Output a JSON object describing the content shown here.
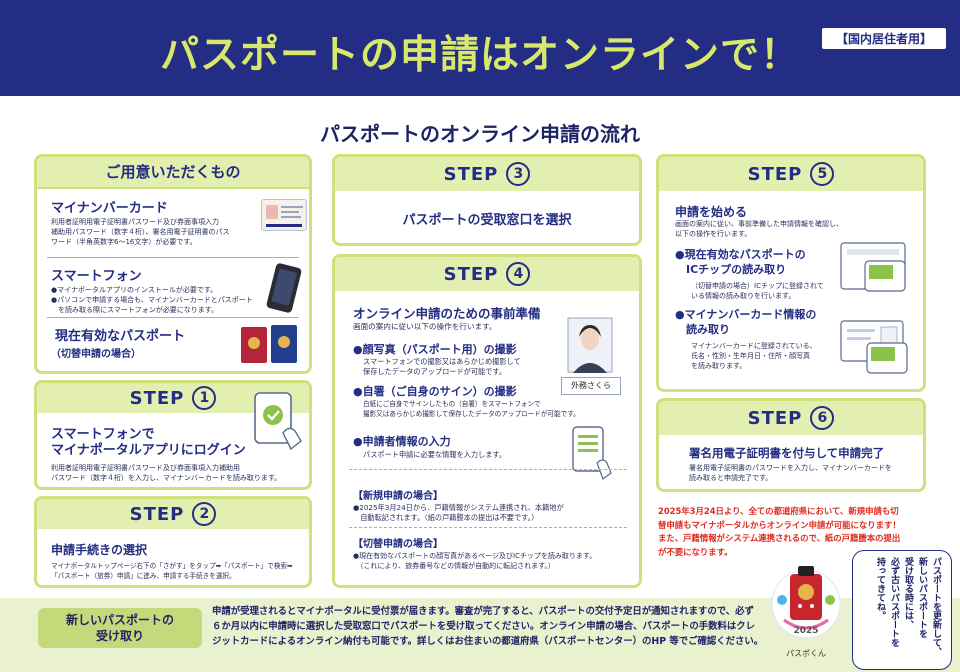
{
  "header": {
    "title": "パスポートの申請はオンラインで！",
    "badge": "【国内居住者用】"
  },
  "flow_title": "パスポートのオンライン申請の流れ",
  "prep": {
    "title": "ご用意いただくもの",
    "mynumber": {
      "heading": "マイナンバーカード",
      "lines": [
        "利用者証明用電子証明書パスワード及び券面事項入力",
        "補助用パスワード（数字４桁）、署名用電子証明書のパス",
        "ワード（半角英数字6～16文字）が必要です。"
      ]
    },
    "smartphone": {
      "heading": "スマートフォン",
      "lines": [
        "●マイナポータルアプリのインストールが必要です。",
        "●パソコンで申請する場合も、マイナンバーカードとパスポート",
        "　を読み取る際にスマートフォンが必要になります。"
      ]
    },
    "passport": {
      "heading": "現在有効なパスポート",
      "sub": "（切替申請の場合）"
    }
  },
  "step1": {
    "word": "STEP",
    "num": "1",
    "heading1": "スマートフォンで",
    "heading2": "マイナポータルアプリにログイン",
    "lines": [
      "利用者証明用電子証明書パスワード及び券面事項入力補助用",
      "パスワード（数字４桁）を入力し、マイナンバーカードを読み取ります。"
    ]
  },
  "step2": {
    "word": "STEP",
    "num": "2",
    "heading": "申請手続きの選択",
    "lines": [
      "マイナポータルトップページ右下の「さがす」をタップ➡「パスポート」で検索➡",
      "「パスポート（旅券）申請」に進み、申請する手続きを選択。"
    ]
  },
  "step3": {
    "word": "STEP",
    "num": "3",
    "text": "パスポートの受取窓口を選択"
  },
  "step4": {
    "word": "STEP",
    "num": "4",
    "heading": "オンライン申請のための事前準備",
    "intro": "画面の案内に従い以下の操作を行います。",
    "photo": {
      "heading": "●顔写真（パスポート用）の撮影",
      "lines": [
        "スマートフォンでの撮影又はあらかじめ撮影して",
        "保存したデータのアップロードが可能です。"
      ]
    },
    "sign": {
      "heading": "●自署（ご自身のサイン）の撮影",
      "lines": [
        "白紙にご自身でサインしたもの（自署）をスマートフォンで",
        "撮影又はあらかじめ撮影して保存したデータのアップロードが可能です。"
      ],
      "sample": "外務さくら"
    },
    "info": {
      "heading": "●申請者情報の入力",
      "line": "パスポート申請に必要な情報を入力します。"
    },
    "new_app": {
      "heading": "【新規申請の場合】",
      "lines": [
        "●2025年3月24日から、戸籍情報がシステム連携され、本籍地が",
        "　自動転記されます。（紙の戸籍謄本の提出は不要です。）"
      ]
    },
    "renew_app": {
      "heading": "【切替申請の場合】",
      "lines": [
        "●現在有効なパスポートの顔写真があるページ及びICチップを読み取ります。",
        "　（これにより、旅券番号などの情報が自動的に転記されます。）"
      ]
    }
  },
  "step5": {
    "word": "STEP",
    "num": "5",
    "heading": "申請を始める",
    "lines": [
      "画面の案内に従い、事前準備した申請情報を確認し、",
      "以下の操作を行います。"
    ],
    "ic": {
      "heading1": "●現在有効なパスポートの",
      "heading2": "　ICチップの読み取り",
      "lines": [
        "（切替申請の場合）ICチップに登録されて",
        "いる情報の読み取りを行います。"
      ]
    },
    "card": {
      "heading1": "●マイナンバーカード情報の",
      "heading2": "　読み取り",
      "lines": [
        "マイナンバーカードに登録されている、",
        "氏名・性別・生年月日・住所・顔写真",
        "を読み取ります。"
      ]
    }
  },
  "step6": {
    "word": "STEP",
    "num": "6",
    "heading": "署名用電子証明書を付与して申請完了",
    "lines": [
      "署名用電子証明書のパスワードを入力し、マイナンバーカードを",
      "読み取ると申請完了です。"
    ]
  },
  "notice": {
    "lines": [
      "2025年3月24日より、全ての都道府県において、新規申請も切",
      "替申請もマイナポータルからオンライン申請が可能になります！",
      "また、戸籍情報がシステム連携されるので、紙の戸籍謄本の提出",
      "が不要になります。"
    ]
  },
  "bottom": {
    "label1": "新しいパスポートの",
    "label2": "受け取り",
    "lines": [
      "申請が受理されるとマイナポータルに受付票が届きます。審査が完了すると、パスポートの交付予定日が通知されますので、必ず",
      "６か月以内に申請時に選択した受取窓口でパスポートを受け取ってください。オンライン申請の場合、パスポートの手数料はクレ",
      "ジットカードによるオンライン納付も可能です。詳しくはお住まいの都道府県（パスポートセンター）のHP 等でご確認ください。"
    ]
  },
  "mascot": {
    "name": "パスポくん",
    "year": "2025",
    "speech": [
      "パスポートを更新して、",
      "新しいパスポートを",
      "受け取る時には、",
      "必ず古いパスポートを",
      "持ってきてね。"
    ]
  },
  "colors": {
    "navy": "#232d83",
    "lime": "#d7e86b",
    "card_border": "#cfe07c",
    "notice_red": "#e02a1f"
  }
}
